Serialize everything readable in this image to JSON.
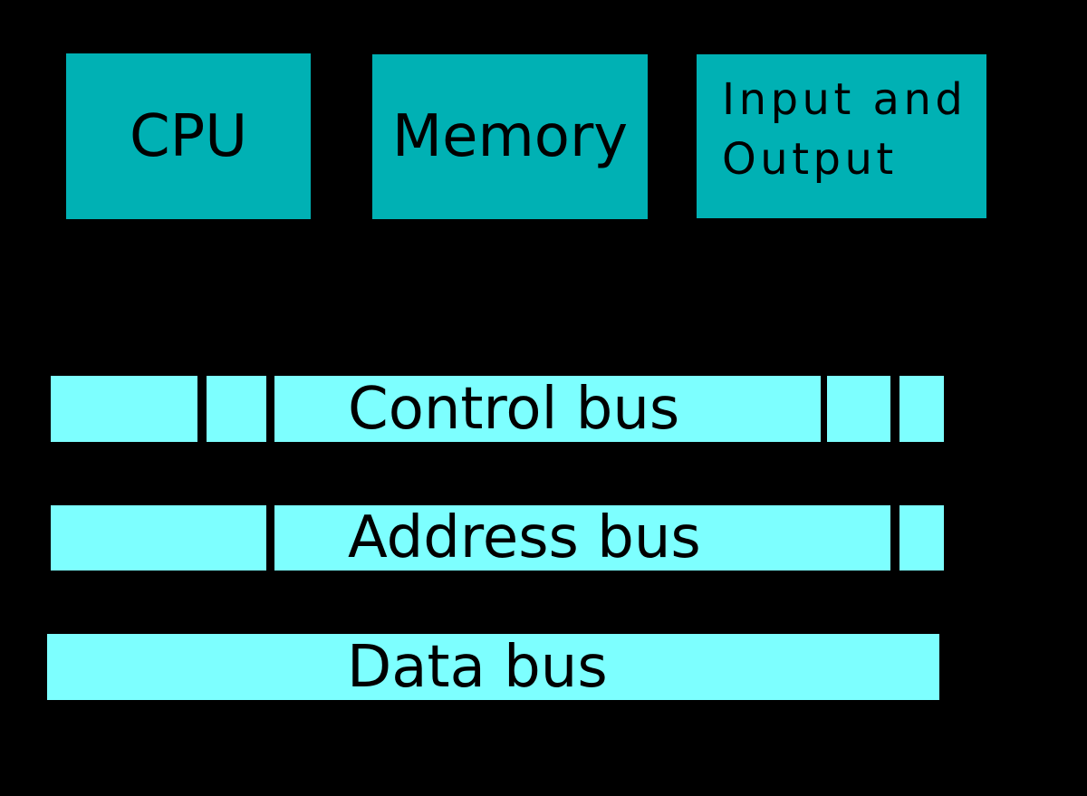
{
  "diagram": {
    "type": "computer-system-bus-architecture",
    "components": [
      {
        "id": "cpu",
        "label": "CPU"
      },
      {
        "id": "memory",
        "label": "Memory"
      },
      {
        "id": "io",
        "label_lines": [
          "Input and",
          "Output"
        ]
      }
    ],
    "buses": [
      {
        "id": "control-bus",
        "label": "Control bus"
      },
      {
        "id": "address-bus",
        "label": "Address bus"
      },
      {
        "id": "data-bus",
        "label": "Data bus"
      }
    ],
    "palette": {
      "background": "#000000",
      "component_fill": "#00b1b4",
      "bus_fill": "#7dffff",
      "text": "#000000"
    }
  }
}
